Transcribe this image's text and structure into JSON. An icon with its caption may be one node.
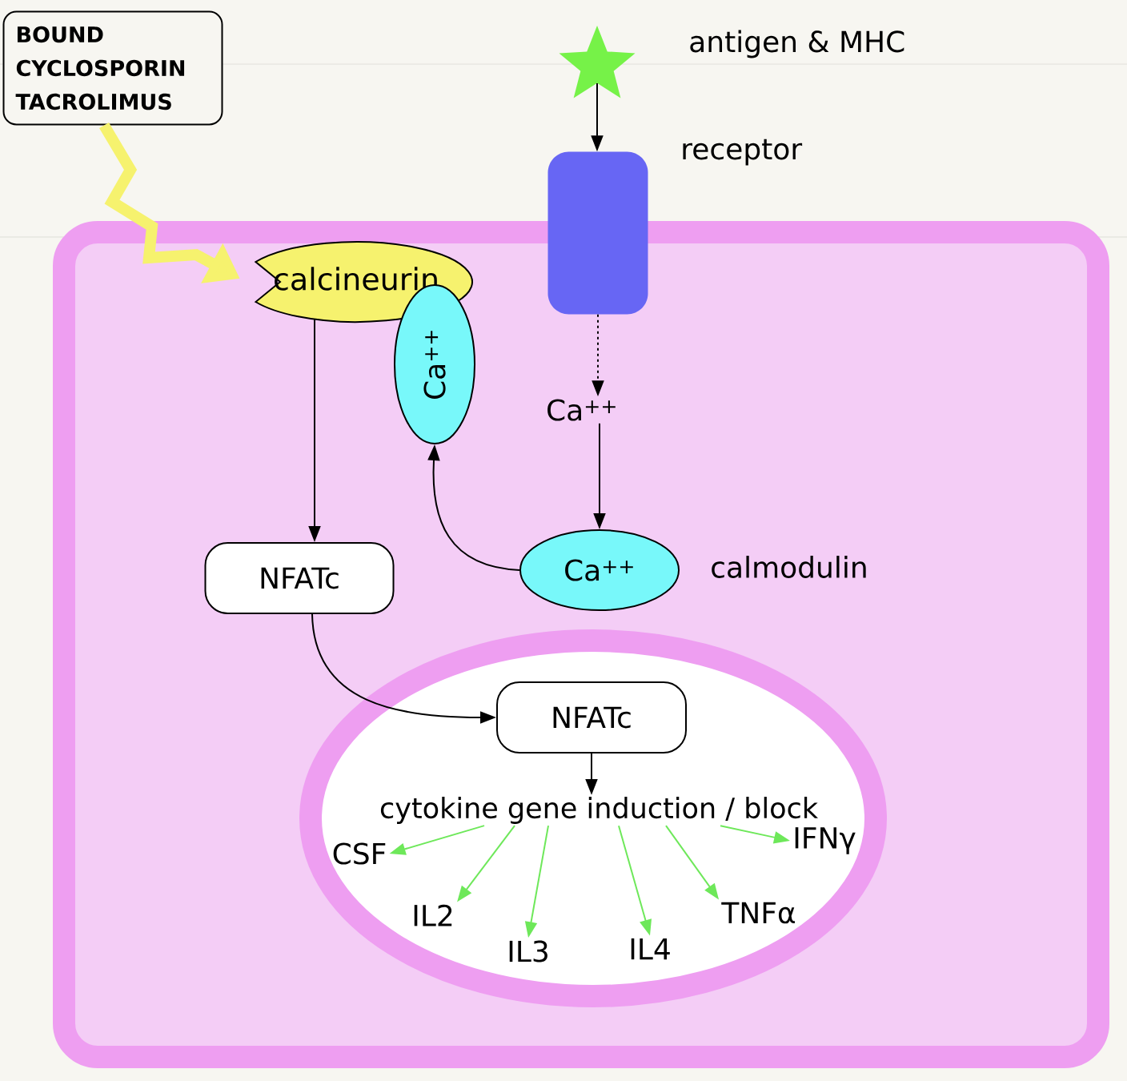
{
  "diagram": {
    "nodes": [
      {
        "text": [
          "BOUND CYCLOSPORIN TACROLIMUS"
        ]
      },
      {
        "text": [],
        "shape": "star",
        "beside": [
          "antigen & MHC"
        ]
      },
      {
        "text": [],
        "shape": "box",
        "beside": [
          "receptor"
        ]
      },
      {
        "text": [],
        "shape": "box"
      },
      {
        "text": [
          "calcineurin"
        ],
        "in": 3
      },
      {
        "text": [
          "Ca$^{++}$"
        ],
        "in": 3
      },
      {
        "text": [
          "Ca$^{++}$"
        ],
        "in": 3
      },
      {
        "text": [
          "Ca$^{++}$"
        ],
        "beside": [
          "calmodulin"
        ],
        "in": 3
      },
      {
        "text": [
          "NFATc"
        ],
        "in": 3
      },
      {
        "text": [],
        "shape": "ellipse",
        "in": 3
      },
      {
        "text": [
          "NFATc"
        ],
        "in": 9
      },
      {
        "text": [
          "cytokine gene induction / block"
        ],
        "in": 9
      },
      {
        "text": [
          "CSF"
        ],
        "in": 9
      },
      {
        "text": [
          "IL2"
        ],
        "in": 9
      },
      {
        "text": [
          "IL3"
        ],
        "in": 9
      },
      {
        "text": [
          "IL4"
        ],
        "in": 9
      },
      {
        "text": [
          "TNFα"
        ],
        "in": 9
      },
      {
        "text": [
          "IFNγ"
        ],
        "in": 9
      }
    ],
    "edges": [
      {
        "from": 0,
        "to": 4,
        "arrow": "to",
        "style": "thick",
        "color": "#f6f26e"
      },
      {
        "from": 1,
        "to": 2,
        "arrow": "to"
      },
      {
        "from": 2,
        "to": 6,
        "arrow": "to",
        "style": "dashed"
      },
      {
        "from": 6,
        "to": 7,
        "arrow": "to"
      },
      {
        "from": 7,
        "to": 5,
        "arrow": "to"
      },
      {
        "from": 4,
        "to": 8,
        "arrow": "to"
      },
      {
        "from": 8,
        "to": 10,
        "arrow": "to"
      },
      {
        "from": 10,
        "to": 11,
        "arrow": "to"
      },
      {
        "from": 11,
        "to": 12,
        "arrow": "to",
        "color": "#6ee85a"
      },
      {
        "from": 11,
        "to": 13,
        "arrow": "to",
        "color": "#6ee85a"
      },
      {
        "from": 11,
        "to": 14,
        "arrow": "to",
        "color": "#6ee85a"
      },
      {
        "from": 11,
        "to": 15,
        "arrow": "to",
        "color": "#6ee85a"
      },
      {
        "from": 11,
        "to": 16,
        "arrow": "to",
        "color": "#6ee85a"
      },
      {
        "from": 11,
        "to": 17,
        "arrow": "to",
        "color": "#6ee85a"
      }
    ]
  }
}
